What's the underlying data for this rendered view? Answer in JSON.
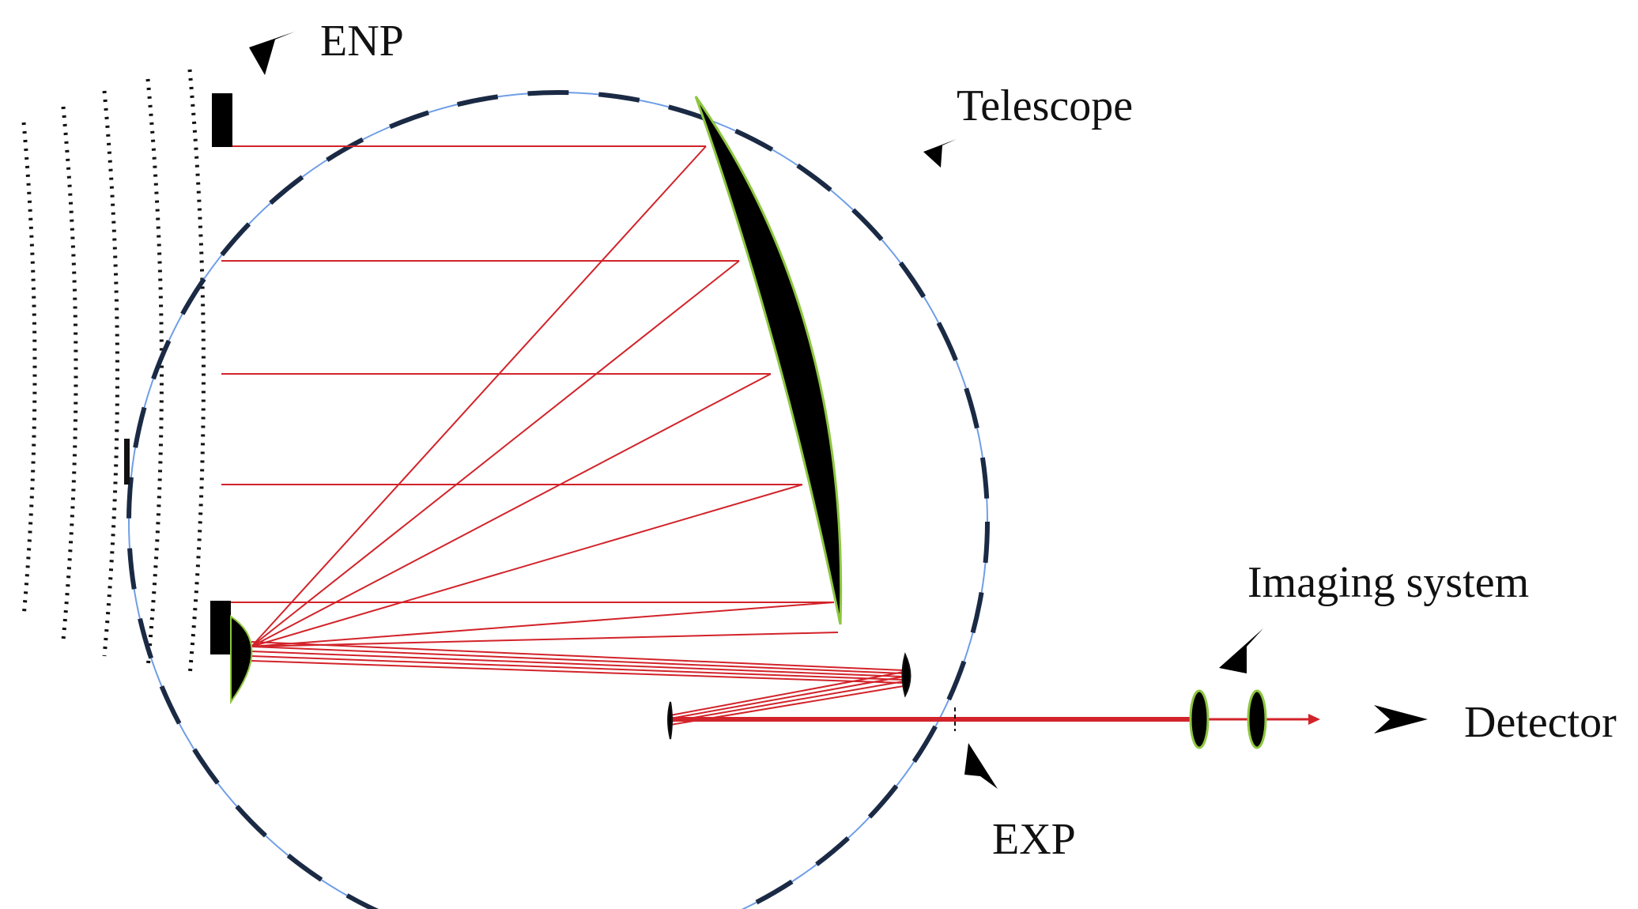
{
  "labels": {
    "enp": "ENP",
    "telescope": "Telescope",
    "imaging_system": "Imaging system",
    "detector": "Detector",
    "exp": "EXP"
  },
  "colors": {
    "ray": "#d2232a",
    "mirror_fill": "#000000",
    "mirror_edge": "#8dc63f",
    "circle_thin": "#6f9ee6",
    "circle_dash": "#1b2a44",
    "wavefront": "#111111",
    "text": "#111111"
  }
}
